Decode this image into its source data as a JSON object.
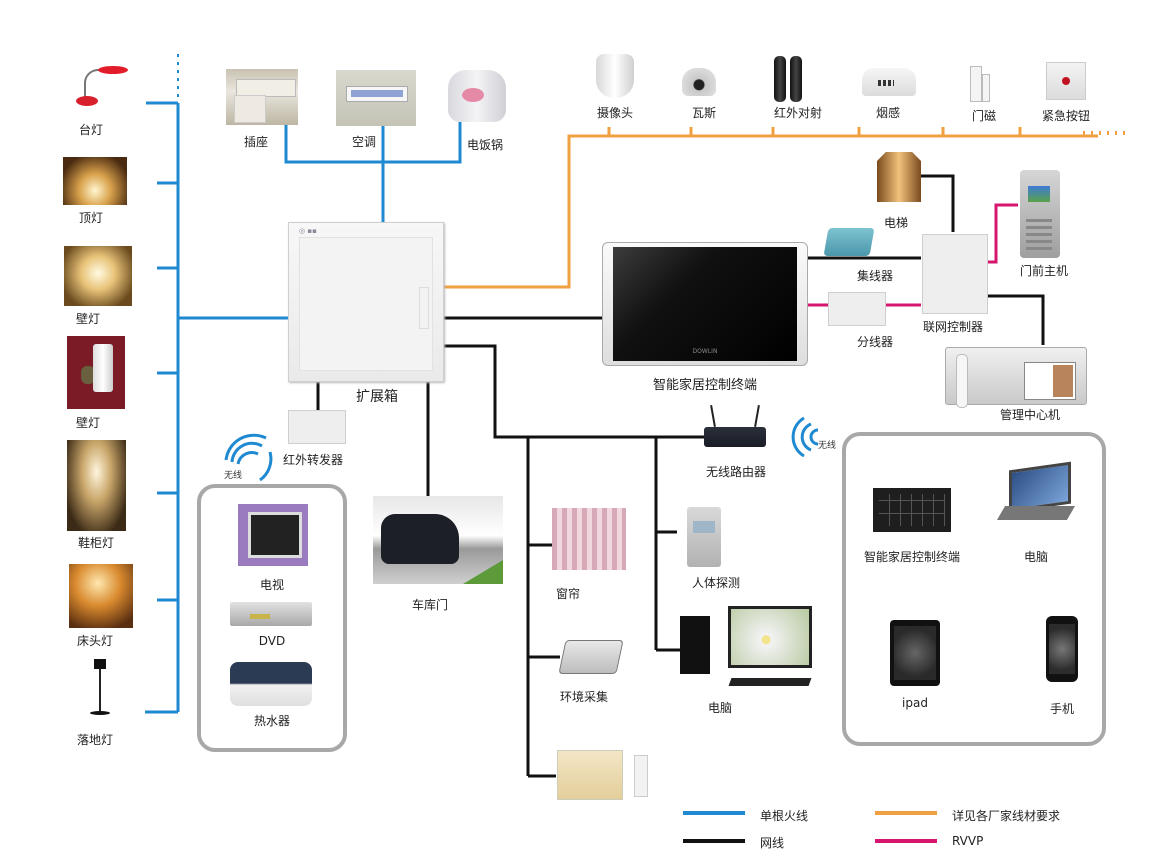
{
  "colors": {
    "power_line": "#1f8ad2",
    "network_line": "#111111",
    "vendor_line": "#f0a040",
    "rvvp_line": "#d6156f",
    "group_border": "#a8a8a8"
  },
  "lighting": {
    "items": [
      {
        "label": "台灯",
        "icon": "desk-lamp-icon"
      },
      {
        "label": "顶灯",
        "icon": "ceiling-lamp-icon"
      },
      {
        "label": "壁灯",
        "icon": "wall-lamp-icon"
      },
      {
        "label": "壁灯",
        "icon": "wall-sconce-icon"
      },
      {
        "label": "鞋柜灯",
        "icon": "shoe-cabinet-lamp-icon"
      },
      {
        "label": "床头灯",
        "icon": "bedside-lamp-icon"
      },
      {
        "label": "落地灯",
        "icon": "floor-lamp-icon"
      }
    ]
  },
  "appliances": {
    "items": [
      {
        "label": "插座",
        "icon": "socket-icon"
      },
      {
        "label": "空调",
        "icon": "air-conditioner-icon"
      },
      {
        "label": "电饭锅",
        "icon": "rice-cooker-icon"
      }
    ]
  },
  "security": {
    "items": [
      {
        "label": "摄像头",
        "icon": "camera-icon"
      },
      {
        "label": "瓦斯",
        "icon": "gas-detector-icon"
      },
      {
        "label": "红外对射",
        "icon": "infrared-beam-icon"
      },
      {
        "label": "烟感",
        "icon": "smoke-detector-icon"
      },
      {
        "label": "门磁",
        "icon": "door-sensor-icon"
      },
      {
        "label": "紧急按钮",
        "icon": "panic-button-icon"
      }
    ]
  },
  "core": {
    "expansion_box": "扩展箱",
    "control_terminal": "智能家居控制终端",
    "terminal_brand": "DOWLIN",
    "ir_transmitter": "红外转发器",
    "garage_door": "车库门"
  },
  "intercom": {
    "elevator": "电梯",
    "hub": "集线器",
    "splitter": "分线器",
    "network_controller": "联网控制器",
    "door_station": "门前主机",
    "management_center": "管理中心机"
  },
  "ir_group": {
    "wireless_label": "无线",
    "items": [
      {
        "label": "电视",
        "icon": "tv-icon"
      },
      {
        "label": "DVD",
        "icon": "dvd-player-icon"
      },
      {
        "label": "热水器",
        "icon": "water-heater-icon"
      }
    ]
  },
  "network": {
    "router": "无线路由器",
    "curtain": "窗帘",
    "pir": "人体探测",
    "env": "环境采集",
    "pc": "电脑"
  },
  "wireless_group": {
    "wireless_label": "无线",
    "items": [
      {
        "label": "智能家居控制终端",
        "icon": "touch-panel-icon"
      },
      {
        "label": "电脑",
        "icon": "laptop-icon"
      },
      {
        "label": "ipad",
        "icon": "tablet-icon"
      },
      {
        "label": "手机",
        "icon": "smartphone-icon"
      }
    ]
  },
  "legend": [
    {
      "label": "单根火线",
      "color": "#1f8ad2"
    },
    {
      "label": "详见各厂家线材要求",
      "color": "#f0a040"
    },
    {
      "label": "网线",
      "color": "#111111"
    },
    {
      "label": "RVVP",
      "color": "#d6156f"
    }
  ]
}
